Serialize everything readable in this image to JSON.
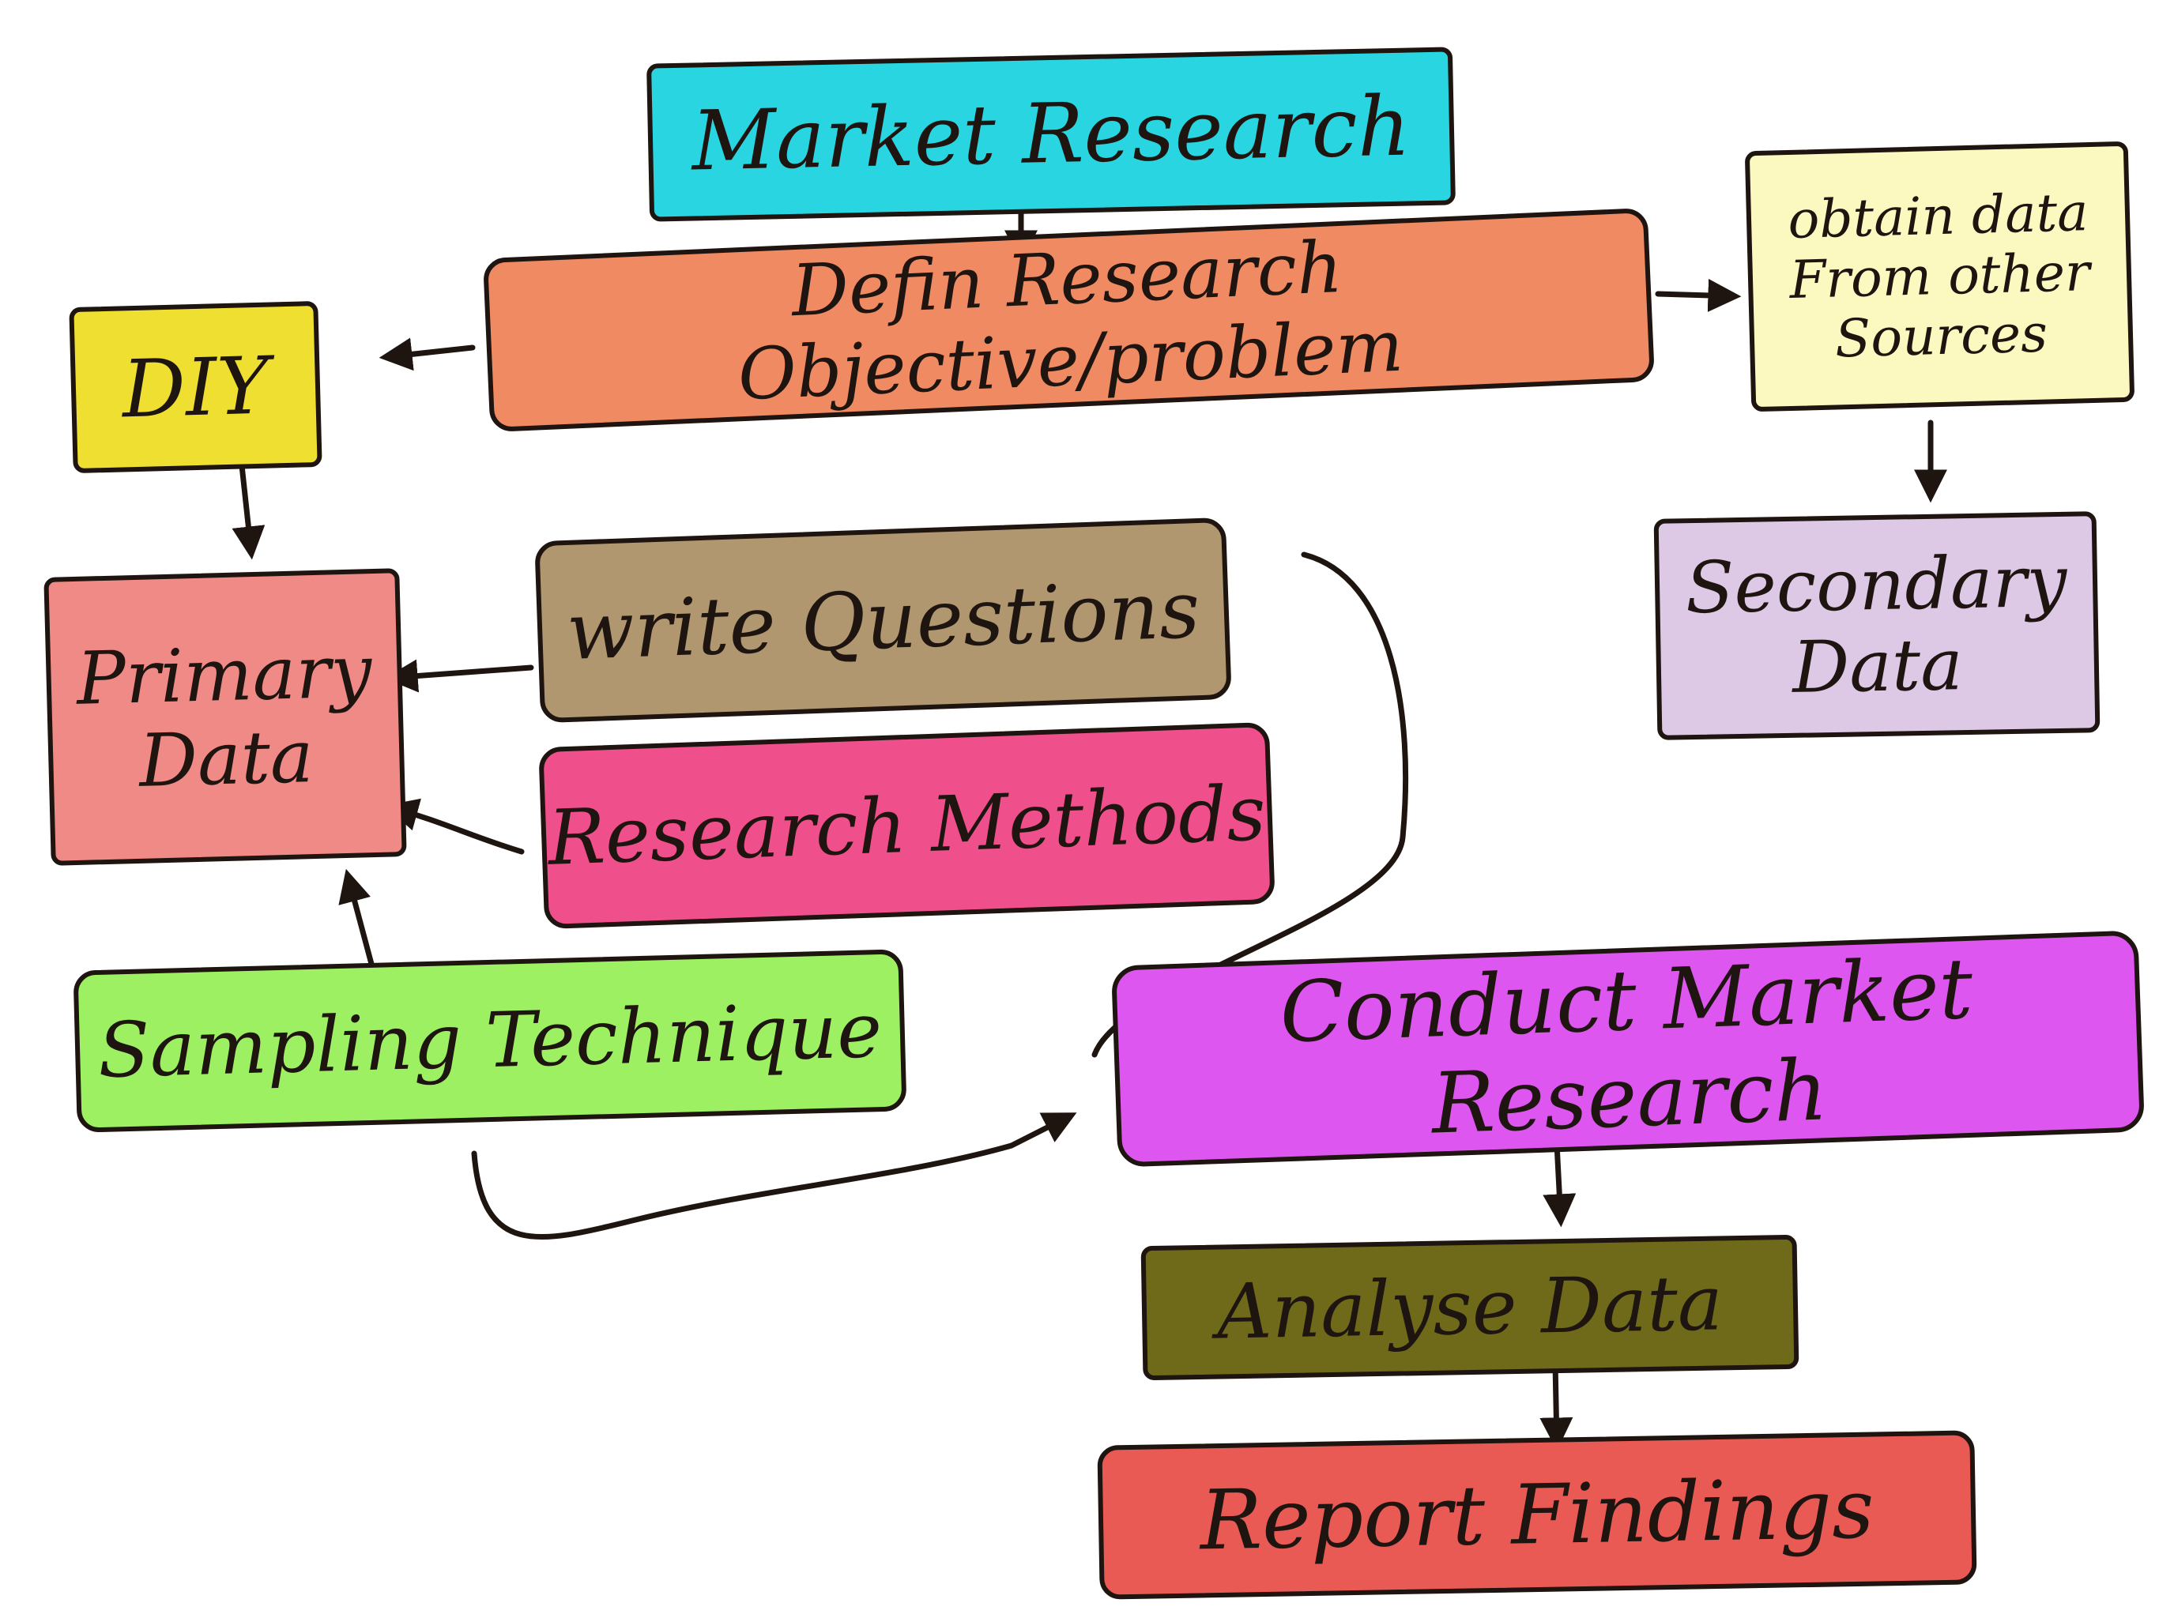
{
  "diagram": {
    "colors": {
      "ink": "#1e1410",
      "market_research": "#29d5e0",
      "define": "#f08a62",
      "obtain": "#fbf9bf",
      "diy": "#eedf30",
      "secondary": "#ddc8e6",
      "primary": "#f08a86",
      "write_questions": "#b19770",
      "research_methods": "#ef4f8a",
      "sampling": "#9ef063",
      "conduct": "#de56f0",
      "analyse": "#6f6a1a",
      "report": "#e95a55"
    },
    "nodes": {
      "market_research": "Market Research",
      "define": "Defin Research Objective/problem",
      "obtain": "obtain data\nFrom other\nSources",
      "diy": "DIY",
      "secondary": "Secondary\nData",
      "primary": "Primary\nData",
      "write_questions": "write Questions",
      "research_methods": "Research Methods",
      "sampling": "Sampling Technique",
      "conduct": "Conduct Market Research",
      "analyse": "Analyse Data",
      "report": "Report Findings"
    },
    "edges": [
      {
        "from": "Market Research",
        "to": "Defin Research Objective/problem"
      },
      {
        "from": "Defin Research Objective/problem",
        "to": "DIY"
      },
      {
        "from": "Defin Research Objective/problem",
        "to": "obtain data From other Sources"
      },
      {
        "from": "obtain data From other Sources",
        "to": "Secondary Data"
      },
      {
        "from": "DIY",
        "to": "Primary Data"
      },
      {
        "from": "write Questions",
        "to": "Primary Data"
      },
      {
        "from": "Research Methods",
        "to": "Primary Data"
      },
      {
        "from": "Sampling Technique",
        "to": "Primary Data"
      },
      {
        "from": "write Questions / Research Methods / Sampling Technique",
        "to": "Conduct Market Research"
      },
      {
        "from": "Conduct Market Research",
        "to": "Analyse Data"
      },
      {
        "from": "Analyse Data",
        "to": "Report Findings"
      }
    ]
  }
}
